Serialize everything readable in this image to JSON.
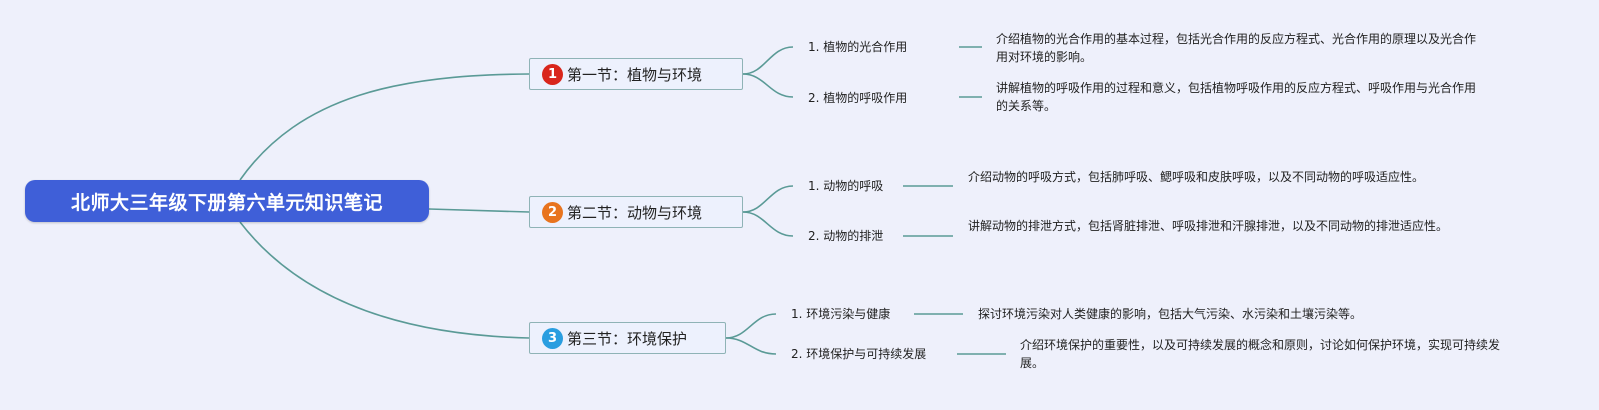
{
  "root": {
    "title": "北师大三年级下册第六单元知识笔记"
  },
  "sections": [
    {
      "number": "1",
      "badge_color": "#d9261c",
      "title": "第一节：植物与环境",
      "topics": [
        {
          "label": "1. 植物的光合作用",
          "desc": "介绍植物的光合作用的基本过程，包括光合作用的反应方程式、光合作用的原理以及光合作用对环境的影响。"
        },
        {
          "label": "2. 植物的呼吸作用",
          "desc": "讲解植物的呼吸作用的过程和意义，包括植物呼吸作用的反应方程式、呼吸作用与光合作用的关系等。"
        }
      ]
    },
    {
      "number": "2",
      "badge_color": "#e8741e",
      "title": "第二节：动物与环境",
      "topics": [
        {
          "label": "1. 动物的呼吸",
          "desc": "介绍动物的呼吸方式，包括肺呼吸、鳃呼吸和皮肤呼吸，以及不同动物的呼吸适应性。"
        },
        {
          "label": "2. 动物的排泄",
          "desc": "讲解动物的排泄方式，包括肾脏排泄、呼吸排泄和汗腺排泄，以及不同动物的排泄适应性。"
        }
      ]
    },
    {
      "number": "3",
      "badge_color": "#2a9ee0",
      "title": "第三节：环境保护",
      "topics": [
        {
          "label": "1. 环境污染与健康",
          "desc": "探讨环境污染对人类健康的影响，包括大气污染、水污染和土壤污染等。"
        },
        {
          "label": "2. 环境保护与可持续发展",
          "desc": "介绍环境保护的重要性，以及可持续发展的概念和原则，讨论如何保护环境，实现可持续发展。"
        }
      ]
    }
  ],
  "colors": {
    "connector": "#5a9a96",
    "root_bg": "#3f5fd8",
    "background": "#eef0fb"
  }
}
